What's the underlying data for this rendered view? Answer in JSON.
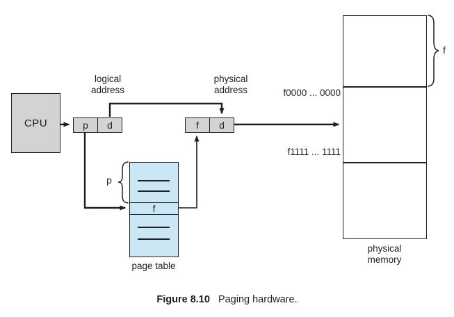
{
  "colors": {
    "register_fill": "#d3d3d3",
    "page_table_fill": "#cbe7f6",
    "line_color": "#1f1f1f"
  },
  "cpu": {
    "label": "CPU"
  },
  "logical_address": {
    "label": "logical address",
    "p": "p",
    "d": "d"
  },
  "physical_address": {
    "label": "physical address",
    "f": "f",
    "d": "d"
  },
  "page_table": {
    "label": "page table",
    "entry": "f",
    "index_brace_label": "p"
  },
  "physical_memory": {
    "label": "physical memory",
    "frame_brace_label": "f",
    "frame_start": "f0000 ... 0000",
    "frame_end": "f1111 ... 1111"
  },
  "caption": {
    "figure_label": "Figure 8.10",
    "figure_title": "Paging hardware."
  }
}
